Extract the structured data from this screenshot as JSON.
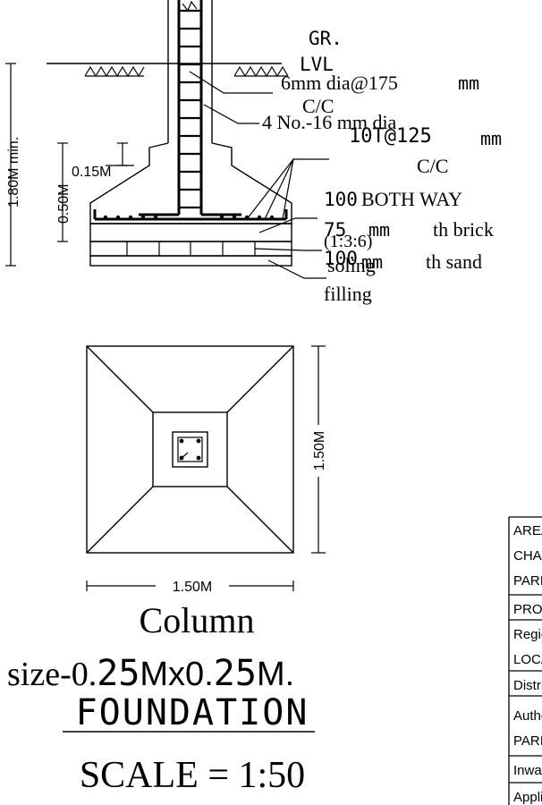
{
  "section_labels": {
    "ground_level": [
      "GR.",
      "LVL"
    ],
    "ring_dia": "6mm dia@175",
    "ring_dia_mm": "mm",
    "ring_cc": "C/C",
    "main_bars": "4 No.-16 mm dia",
    "mesh_top": "10T@125",
    "mesh_top_mm": "mm",
    "mesh_cc": "C/C",
    "mesh_both": "BOTH WAY",
    "mesh_both_prefix": "100",
    "pcc_75": "75",
    "pcc_th": "mm",
    "pcc_rest": "th brick",
    "pcc_mix": "(1:3:6)",
    "soling": "soling",
    "sand_100": "100",
    "sand_mm": "mm",
    "sand_rest": "th sand",
    "filling": "filling"
  },
  "dimensions": {
    "depth_total": "1.80M min.",
    "depth_footing": "0.50M",
    "depth_edge": "0.15M",
    "plan_height": "1.50M",
    "plan_width": "1.50M"
  },
  "captions": {
    "column_line1": "Column",
    "column_line2_a": "size-0.",
    "column_line2_b": "25",
    "column_line2_c": "Mx0.",
    "column_line2_d": "25",
    "column_line2_e": "M.",
    "title": "FOUNDATION",
    "scale": "SCALE  = 1:50"
  },
  "table_rows": [
    "AREA",
    "CHAIB",
    "PARISI",
    "PROJE",
    "Region",
    "LOCAL",
    "District",
    "Authori",
    "PARISI",
    "Inward_",
    "Applica"
  ]
}
